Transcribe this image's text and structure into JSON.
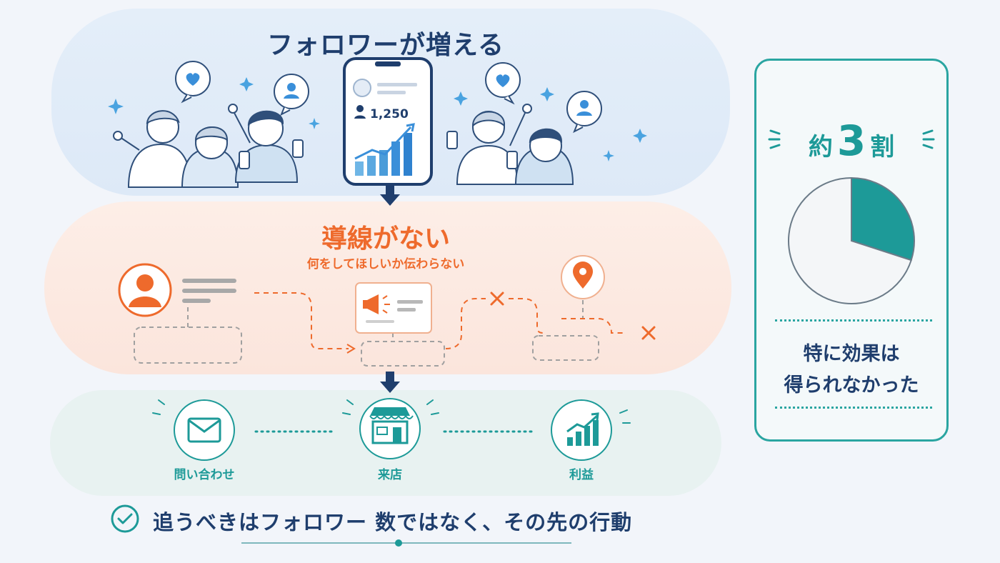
{
  "colors": {
    "navy": "#1f3e6d",
    "orange": "#ee6a2c",
    "teal": "#1d9a98",
    "blue": "#3a8fd9"
  },
  "stages": {
    "followers": {
      "title": "フォロワーが増える",
      "phone_count": "1,250",
      "icons": [
        "heart-bubble-icon",
        "user-bubble-icon",
        "sparkle-icon",
        "phone-growth-chart-icon"
      ]
    },
    "no_path": {
      "title": "導線がない",
      "subtitle": "何をしてほしいか伝わらない",
      "icons": [
        "user-avatar-icon",
        "megaphone-icon",
        "location-pin-icon",
        "x-mark-icon"
      ]
    },
    "outcomes": {
      "items": [
        {
          "label": "問い合わせ",
          "icon": "mail-icon"
        },
        {
          "label": "来店",
          "icon": "store-icon"
        },
        {
          "label": "利益",
          "icon": "growth-chart-icon"
        }
      ]
    }
  },
  "conclusion": {
    "text": "追うべきはフォロワー 数ではなく、その先の行動",
    "icon": "check-circle-icon"
  },
  "side": {
    "ratio_prefix": "約",
    "ratio_number": "3",
    "ratio_suffix": "割",
    "line1": "特に効果は",
    "line2": "得られなかった"
  },
  "chart_data": {
    "type": "pie",
    "values": [
      0.3,
      0.7
    ]
  }
}
